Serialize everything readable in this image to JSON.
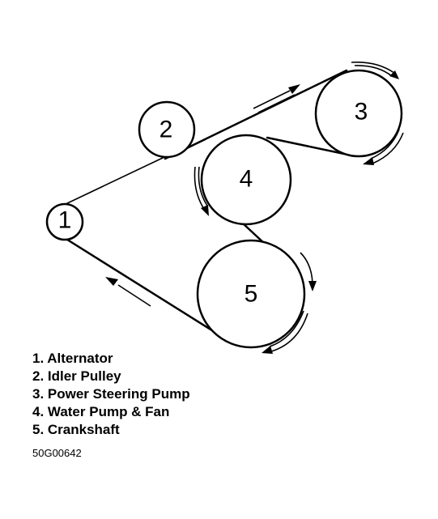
{
  "pulleys": [
    {
      "number": "1"
    },
    {
      "number": "2"
    },
    {
      "number": "3"
    },
    {
      "number": "4"
    },
    {
      "number": "5"
    }
  ],
  "legend": [
    "1. Alternator",
    "2. Idler Pulley",
    "3. Power Steering Pump",
    "4. Water Pump & Fan",
    "5. Crankshaft"
  ],
  "figure_code": "50G00642",
  "colors": {
    "line": "#000000",
    "background": "#ffffff"
  }
}
